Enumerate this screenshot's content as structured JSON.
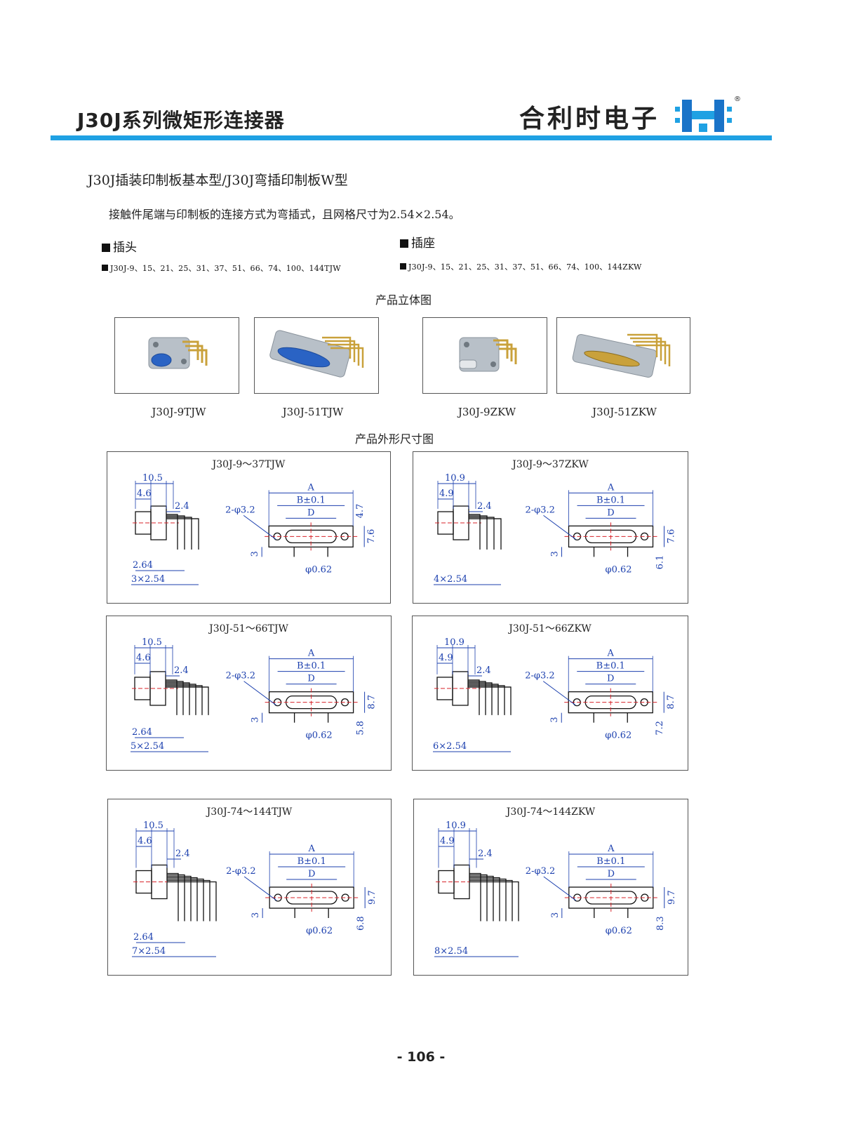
{
  "header": {
    "series_title": "J30J系列微矩形连接器",
    "company": "合利时电子",
    "registered": "®",
    "colors": {
      "accent": "#1fa1e3",
      "logo_dark": "#1a73c8"
    }
  },
  "section_title": "J30J插装印制板基本型/J30J弯插印制板W型",
  "intro": "接触件尾端与印制板的连接方式为弯插式，且网格尺寸为2.54×2.54。",
  "plug": {
    "heading": "插头",
    "models": "J30J-9、15、21、25、31、37、51、66、74、100、144TJW"
  },
  "socket": {
    "heading": "插座",
    "models": "J30J-9、15、21、25、31、37、51、66、74、100、144ZKW"
  },
  "photos_heading": "产品立体图",
  "photos": [
    {
      "caption": "J30J-9TJW",
      "kind": "plug"
    },
    {
      "caption": "J30J-51TJW",
      "kind": "plug"
    },
    {
      "caption": "J30J-9ZKW",
      "kind": "socket"
    },
    {
      "caption": "J30J-51ZKW",
      "kind": "socket"
    }
  ],
  "dims_heading": "产品外形尺寸图",
  "panels": [
    {
      "title": "J30J-9～37TJW",
      "labels": {
        "overall": "10.5",
        "body": "4.6",
        "tail": "2.4",
        "row": "2.64",
        "pitch": "3×2.54",
        "a": "A",
        "b": "B±0.1",
        "d": "D",
        "hole": "2-φ3.2",
        "h1": "4.7",
        "h2": "7.6",
        "h3": "",
        "pin_dia": "φ0.62",
        "pin_len": "3"
      }
    },
    {
      "title": "J30J-9～37ZKW",
      "labels": {
        "overall": "10.9",
        "body": "4.9",
        "tail": "2.4",
        "row": "",
        "pitch": "4×2.54",
        "a": "A",
        "b": "B±0.1",
        "d": "D",
        "hole": "2-φ3.2",
        "h1": "",
        "h2": "7.6",
        "h3": "6.1",
        "pin_dia": "φ0.62",
        "pin_len": "3"
      }
    },
    {
      "title": "J30J-51～66TJW",
      "labels": {
        "overall": "10.5",
        "body": "4.6",
        "tail": "2.4",
        "row": "2.64",
        "pitch": "5×2.54",
        "a": "A",
        "b": "B±0.1",
        "d": "D",
        "hole": "2-φ3.2",
        "h1": "",
        "h2": "8.7",
        "h3": "5.8",
        "pin_dia": "φ0.62",
        "pin_len": "3"
      }
    },
    {
      "title": "J30J-51～66ZKW",
      "labels": {
        "overall": "10.9",
        "body": "4.9",
        "tail": "2.4",
        "row": "",
        "pitch": "6×2.54",
        "a": "A",
        "b": "B±0.1",
        "d": "D",
        "hole": "2-φ3.2",
        "h1": "",
        "h2": "8.7",
        "h3": "7.2",
        "pin_dia": "φ0.62",
        "pin_len": "3"
      }
    },
    {
      "title": "J30J-74～144TJW",
      "labels": {
        "overall": "10.5",
        "body": "4.6",
        "tail": "2.4",
        "row": "2.64",
        "pitch": "7×2.54",
        "a": "A",
        "b": "B±0.1",
        "d": "D",
        "hole": "2-φ3.2",
        "h1": "",
        "h2": "9.7",
        "h3": "6.8",
        "pin_dia": "φ0.62",
        "pin_len": "3"
      }
    },
    {
      "title": "J30J-74～144ZKW",
      "labels": {
        "overall": "10.9",
        "body": "4.9",
        "tail": "2.4",
        "row": "",
        "pitch": "8×2.54",
        "a": "A",
        "b": "B±0.1",
        "d": "D",
        "hole": "2-φ3.2",
        "h1": "",
        "h2": "9.7",
        "h3": "8.3",
        "pin_dia": "φ0.62",
        "pin_len": "3"
      }
    }
  ],
  "page_number": "- 106 -"
}
